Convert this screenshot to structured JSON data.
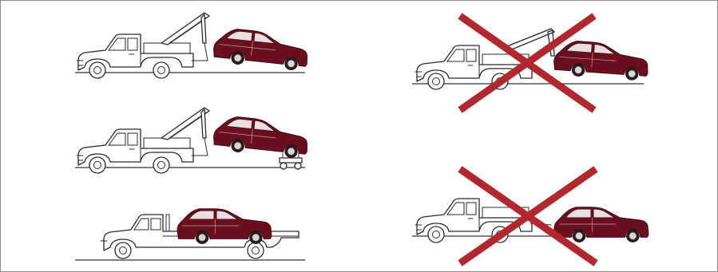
{
  "figure": {
    "panels": [
      {
        "id": "wheel-lift-front-lifted",
        "prohibited": false
      },
      {
        "id": "wheel-lift-with-dollies",
        "prohibited": false
      },
      {
        "id": "flatbed-transport",
        "prohibited": false
      },
      {
        "id": "sling-tow-front",
        "prohibited": true
      },
      {
        "id": "flat-tow-all-wheels-on-ground",
        "prohibited": true
      }
    ],
    "colors": {
      "car": "#6a0f1f",
      "cross_mark": "#b0272f",
      "line_art": "#2a2a2a",
      "border": "#8a8a8a"
    },
    "icons": [
      "tow-truck-icon",
      "car-icon",
      "tow-dolly-icon",
      "prohibited-cross-icon"
    ]
  }
}
